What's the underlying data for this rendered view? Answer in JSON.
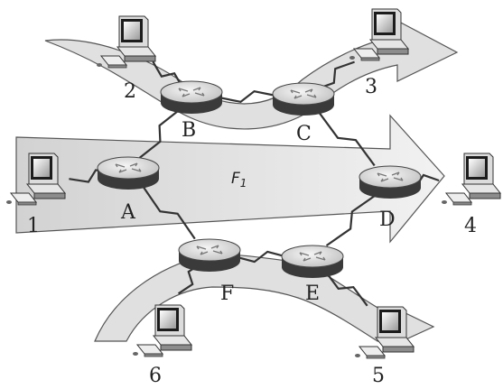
{
  "routers": [
    {
      "id": "A",
      "label": "A"
    },
    {
      "id": "B",
      "label": "B"
    },
    {
      "id": "C",
      "label": "C"
    },
    {
      "id": "D",
      "label": "D"
    },
    {
      "id": "E",
      "label": "E"
    },
    {
      "id": "F",
      "label": "F"
    }
  ],
  "hosts": [
    {
      "id": "1",
      "label": "1"
    },
    {
      "id": "2",
      "label": "2"
    },
    {
      "id": "3",
      "label": "3"
    },
    {
      "id": "4",
      "label": "4"
    },
    {
      "id": "5",
      "label": "5"
    },
    {
      "id": "6",
      "label": "6"
    }
  ],
  "flow": {
    "main": "F",
    "subscript": "1"
  },
  "links": [
    [
      "A",
      "B"
    ],
    [
      "B",
      "C"
    ],
    [
      "C",
      "D"
    ],
    [
      "A",
      "F"
    ],
    [
      "F",
      "E"
    ],
    [
      "E",
      "D"
    ],
    [
      "1",
      "A"
    ],
    [
      "2",
      "B"
    ],
    [
      "3",
      "C"
    ],
    [
      "4",
      "D"
    ],
    [
      "5",
      "E"
    ],
    [
      "6",
      "F"
    ]
  ],
  "colors": {
    "arrow_fill": "#e4e4e4",
    "arrow_stroke": "#555555",
    "router_top": "#d9d9d9",
    "router_side": "#3a3a3a",
    "link": "#333333"
  }
}
